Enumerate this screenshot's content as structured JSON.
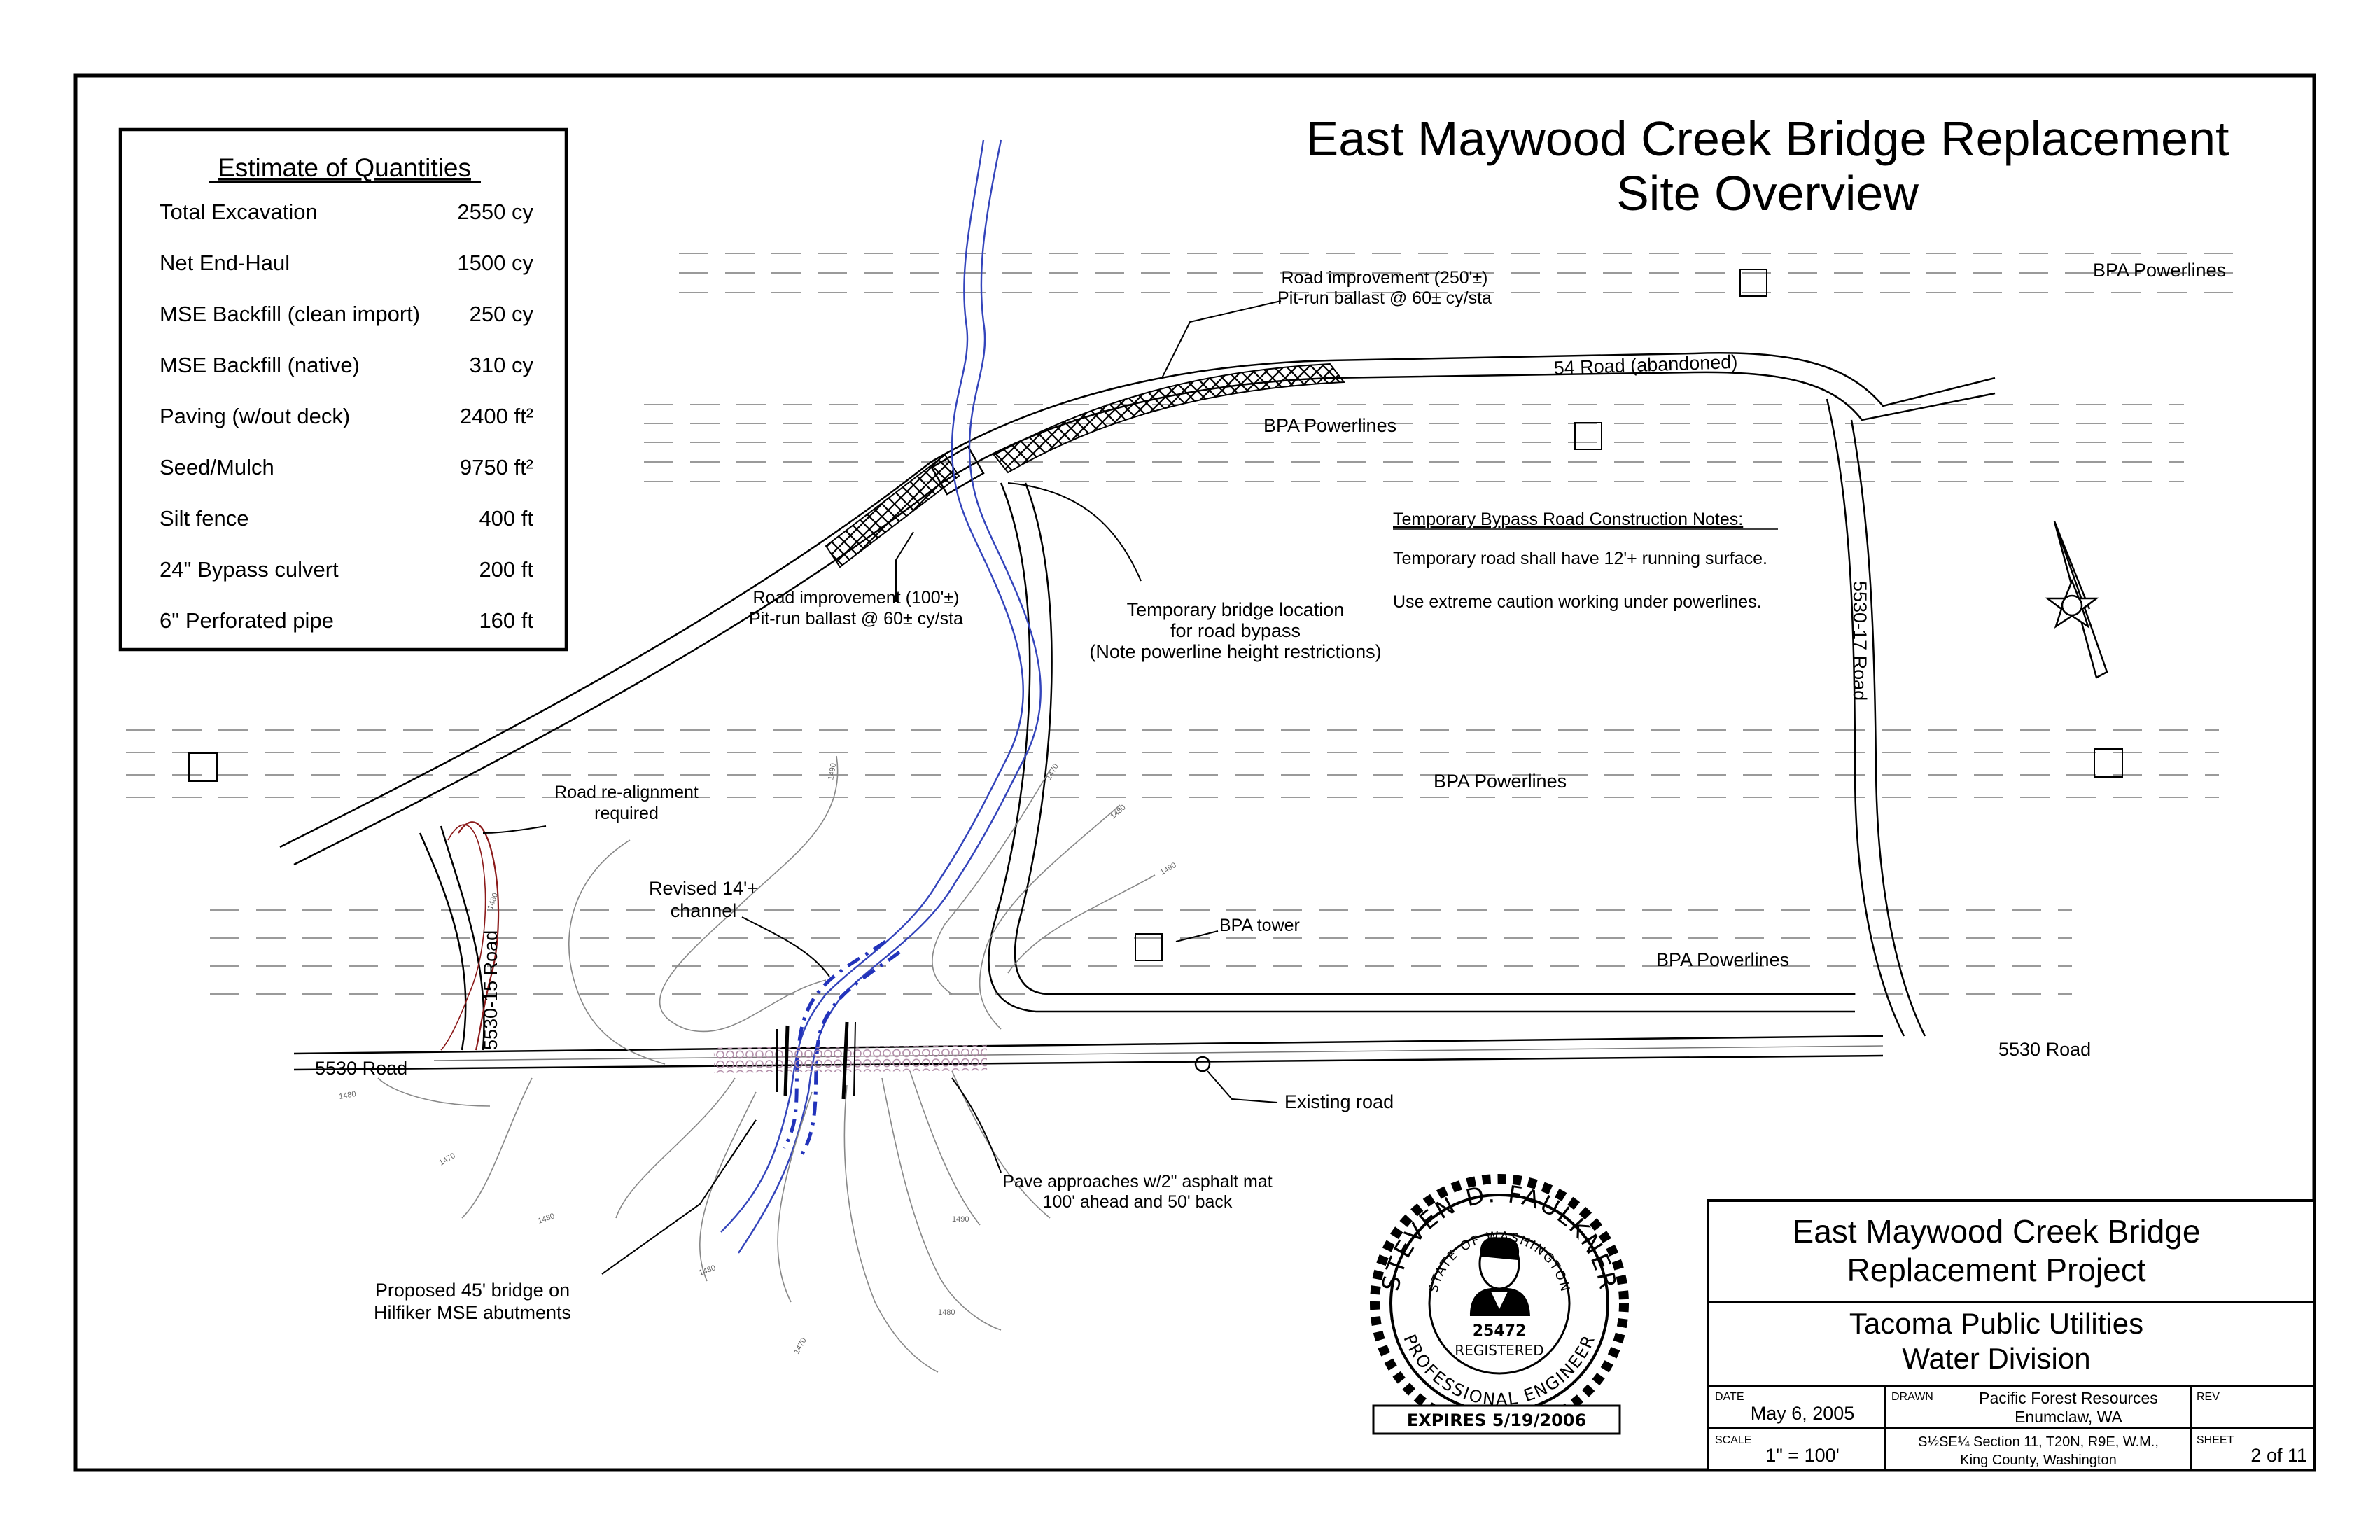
{
  "title": {
    "line1": "East Maywood Creek Bridge Replacement",
    "line2": "Site Overview"
  },
  "quantities": {
    "heading": "Estimate of Quantities",
    "rows": [
      {
        "item": "Total Excavation",
        "qty": "2550 cy"
      },
      {
        "item": "Net End-Haul",
        "qty": "1500 cy"
      },
      {
        "item": "MSE Backfill (clean import)",
        "qty": "250 cy"
      },
      {
        "item": "MSE Backfill (native)",
        "qty": "310 cy"
      },
      {
        "item": "Paving (w/out deck)",
        "qty": "2400 ft²"
      },
      {
        "item": "Seed/Mulch",
        "qty": "9750 ft²"
      },
      {
        "item": "Silt fence",
        "qty": "400 ft"
      },
      {
        "item": "24\" Bypass culvert",
        "qty": "200 ft"
      },
      {
        "item": "6\" Perforated pipe",
        "qty": "160 ft"
      }
    ]
  },
  "labels": {
    "road_improvement_250_1": "Road improvement (250'±)",
    "road_improvement_250_2": "Pit-run ballast @ 60± cy/sta",
    "road_54": "54 Road (abandoned)",
    "bpa_top_right": "BPA Powerlines",
    "bpa_upper_mid": "BPA Powerlines",
    "bpa_middle": "BPA Powerlines",
    "bpa_lower": "BPA Powerlines",
    "bpa_tower": "BPA tower",
    "road_improvement_100_1": "Road improvement (100'±)",
    "road_improvement_100_2": "Pit-run ballast @ 60± cy/sta",
    "temp_bridge_1": "Temporary bridge location",
    "temp_bridge_2": "for road bypass",
    "temp_bridge_3": "(Note powerline height restrictions)",
    "notes_heading": "Temporary Bypass Road Construction Notes:",
    "note_1": "Temporary road shall have 12'+ running surface.",
    "note_2": "Use extreme caution working under powerlines.",
    "road_5530_17": "5530-17 Road",
    "road_realign_1": "Road re-alignment",
    "road_realign_2": "required",
    "revised_channel_1": "Revised 14'+",
    "revised_channel_2": "channel",
    "road_5530_15": "5530-15 Road",
    "road_5530_left": "5530 Road",
    "road_5530_right": "5530 Road",
    "existing_road": "Existing road",
    "pave_1": "Pave approaches w/2\" asphalt mat",
    "pave_2": "100' ahead and 50' back",
    "bridge_1": "Proposed 45' bridge on",
    "bridge_2": "Hilfiker MSE abutments"
  },
  "contours": [
    "1470",
    "1480",
    "1490",
    "1480",
    "1480",
    "1470",
    "1480",
    "1490",
    "1480",
    "1470",
    "1480",
    "1490"
  ],
  "seal": {
    "name": "STEVEN D. FAULKNER",
    "state": "STATE OF WASHINGTON",
    "number": "25472",
    "registered": "REGISTERED",
    "profession": "PROFESSIONAL ENGINEER",
    "expires": "EXPIRES 5/19/2006"
  },
  "title_block": {
    "project_1": "East Maywood Creek Bridge",
    "project_2": "Replacement Project",
    "client_1": "Tacoma Public Utilities",
    "client_2": "Water Division",
    "date_label": "DATE",
    "date_value": "May 6, 2005",
    "drawn_label": "DRAWN",
    "drawn_1": "Pacific Forest Resources",
    "drawn_2": "Enumclaw, WA",
    "rev_label": "REV",
    "scale_label": "SCALE",
    "scale_value": "1\" = 100'",
    "location_1": "S½SE¼ Section 11, T20N, R9E, W.M.,",
    "location_2": "King County, Washington",
    "sheet_label": "SHEET",
    "sheet_value": "2 of 11"
  }
}
